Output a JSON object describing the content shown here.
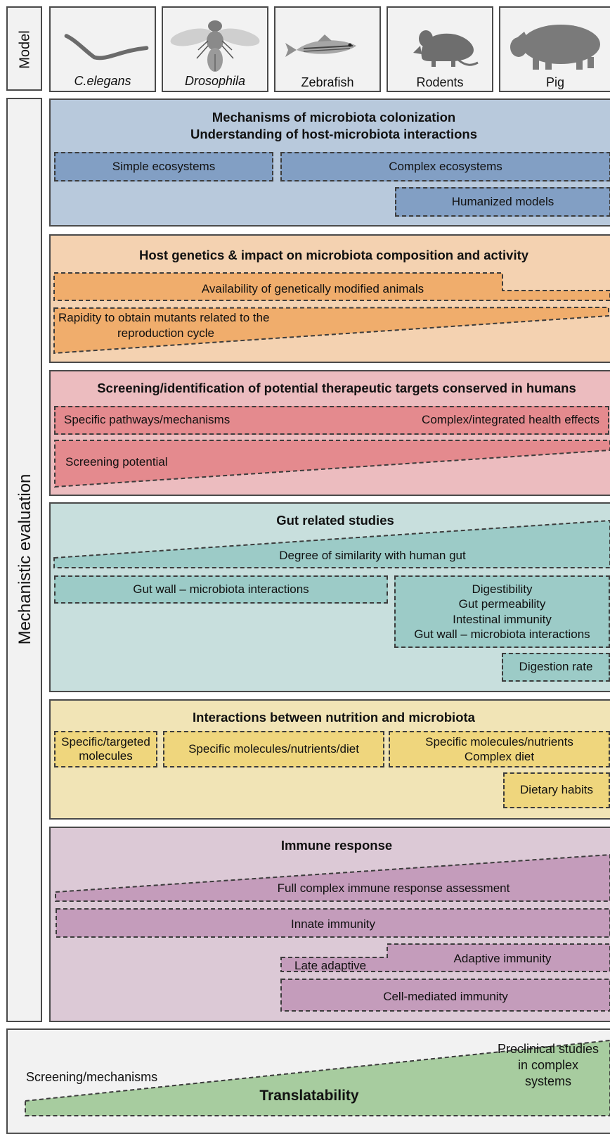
{
  "model": {
    "label": "Model",
    "organisms": [
      {
        "name": "C.elegans",
        "icon": "worm-icon",
        "italic": true
      },
      {
        "name": "Drosophila",
        "icon": "fly-icon",
        "italic": true
      },
      {
        "name": "Zebrafish",
        "icon": "fish-icon",
        "italic": false
      },
      {
        "name": "Rodents",
        "icon": "mouse-icon",
        "italic": false
      },
      {
        "name": "Pig",
        "icon": "pig-icon",
        "italic": false
      }
    ]
  },
  "mechanistic_label": "Mechanistic evaluation",
  "sections": {
    "colonization": {
      "title_line1": "Mechanisms of microbiota colonization",
      "title_line2": "Understanding of host-microbiota interactions",
      "simple": "Simple ecosystems",
      "complex": "Complex ecosystems",
      "humanized": "Humanized models",
      "color": "#b8c9dc",
      "accent": "#829fc4"
    },
    "genetics": {
      "title": "Host genetics & impact on microbiota composition and activity",
      "gm_animals": "Availability of genetically modified animals",
      "rapidity_line1": "Rapidity to obtain mutants related to the",
      "rapidity_line2": "reproduction cycle",
      "color": "#f4d2b1",
      "accent": "#f0ad6c"
    },
    "screening": {
      "title": "Screening/identification of potential therapeutic targets conserved in humans",
      "pathways": "Specific pathways/mechanisms",
      "health_effects": "Complex/integrated health effects",
      "potential": "Screening potential",
      "color": "#ecbcbf",
      "accent": "#e48a8e"
    },
    "gut": {
      "title": "Gut related studies",
      "similarity": "Degree of similarity with human gut",
      "wall_left": "Gut wall – microbiota interactions",
      "right_lines": [
        "Digestibility",
        "Gut permeability",
        "Intestinal immunity",
        "Gut wall – microbiota interactions"
      ],
      "digestion_rate": "Digestion rate",
      "color": "#c8dfdd",
      "accent": "#9ccbc7"
    },
    "nutrition": {
      "title": "Interactions between nutrition and microbiota",
      "targeted_line1": "Specific/targeted",
      "targeted_line2": "molecules",
      "molecules_diet": "Specific molecules/nutrients/diet",
      "right_line1": "Specific molecules/nutrients",
      "right_line2": "Complex diet",
      "habits": "Dietary habits",
      "color": "#f1e4b6",
      "accent": "#efd67d"
    },
    "immune": {
      "title": "Immune response",
      "full": "Full complex immune response assessment",
      "innate": "Innate immunity",
      "late_adaptive": "Late adaptive",
      "adaptive": "Adaptive immunity",
      "cell_mediated": "Cell-mediated immunity",
      "color": "#dcc9d6",
      "accent": "#c49cbb"
    }
  },
  "translatability": {
    "left": "Screening/mechanisms",
    "center": "Translatability",
    "right_lines": [
      "Preclinical studies",
      "in complex",
      "systems"
    ],
    "color": "#a7cc9f"
  }
}
